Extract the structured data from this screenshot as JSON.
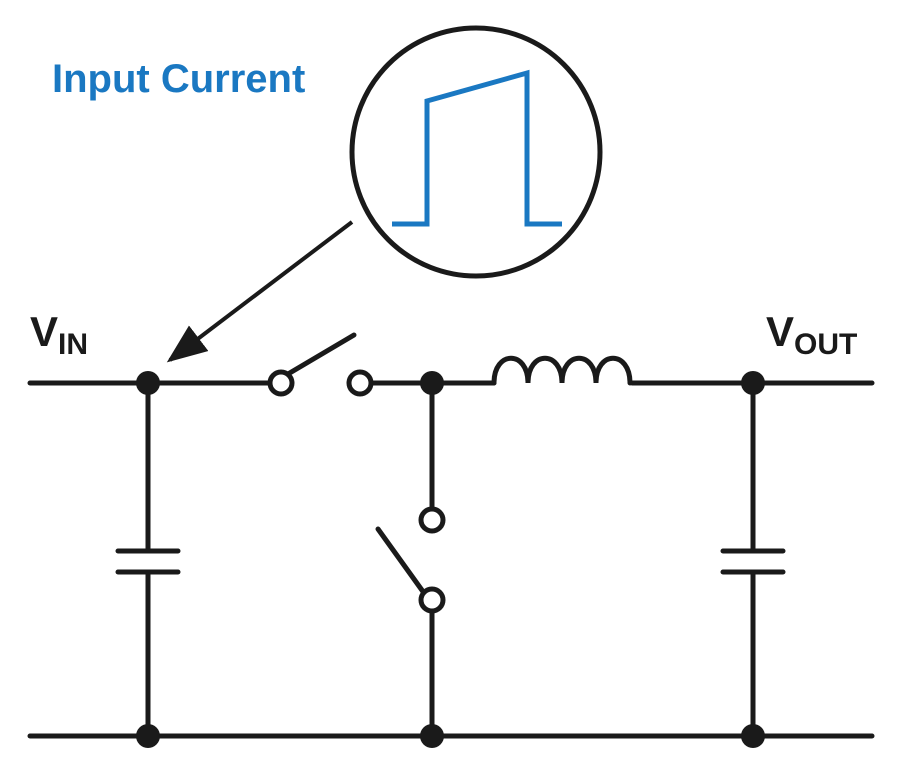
{
  "title": "Input Current",
  "vin": {
    "main": "V",
    "sub": "IN"
  },
  "vout": {
    "main": "V",
    "sub": "OUT"
  },
  "colors": {
    "accent": "#1a78c2",
    "line": "#1a1a1a",
    "background": "#ffffff"
  }
}
